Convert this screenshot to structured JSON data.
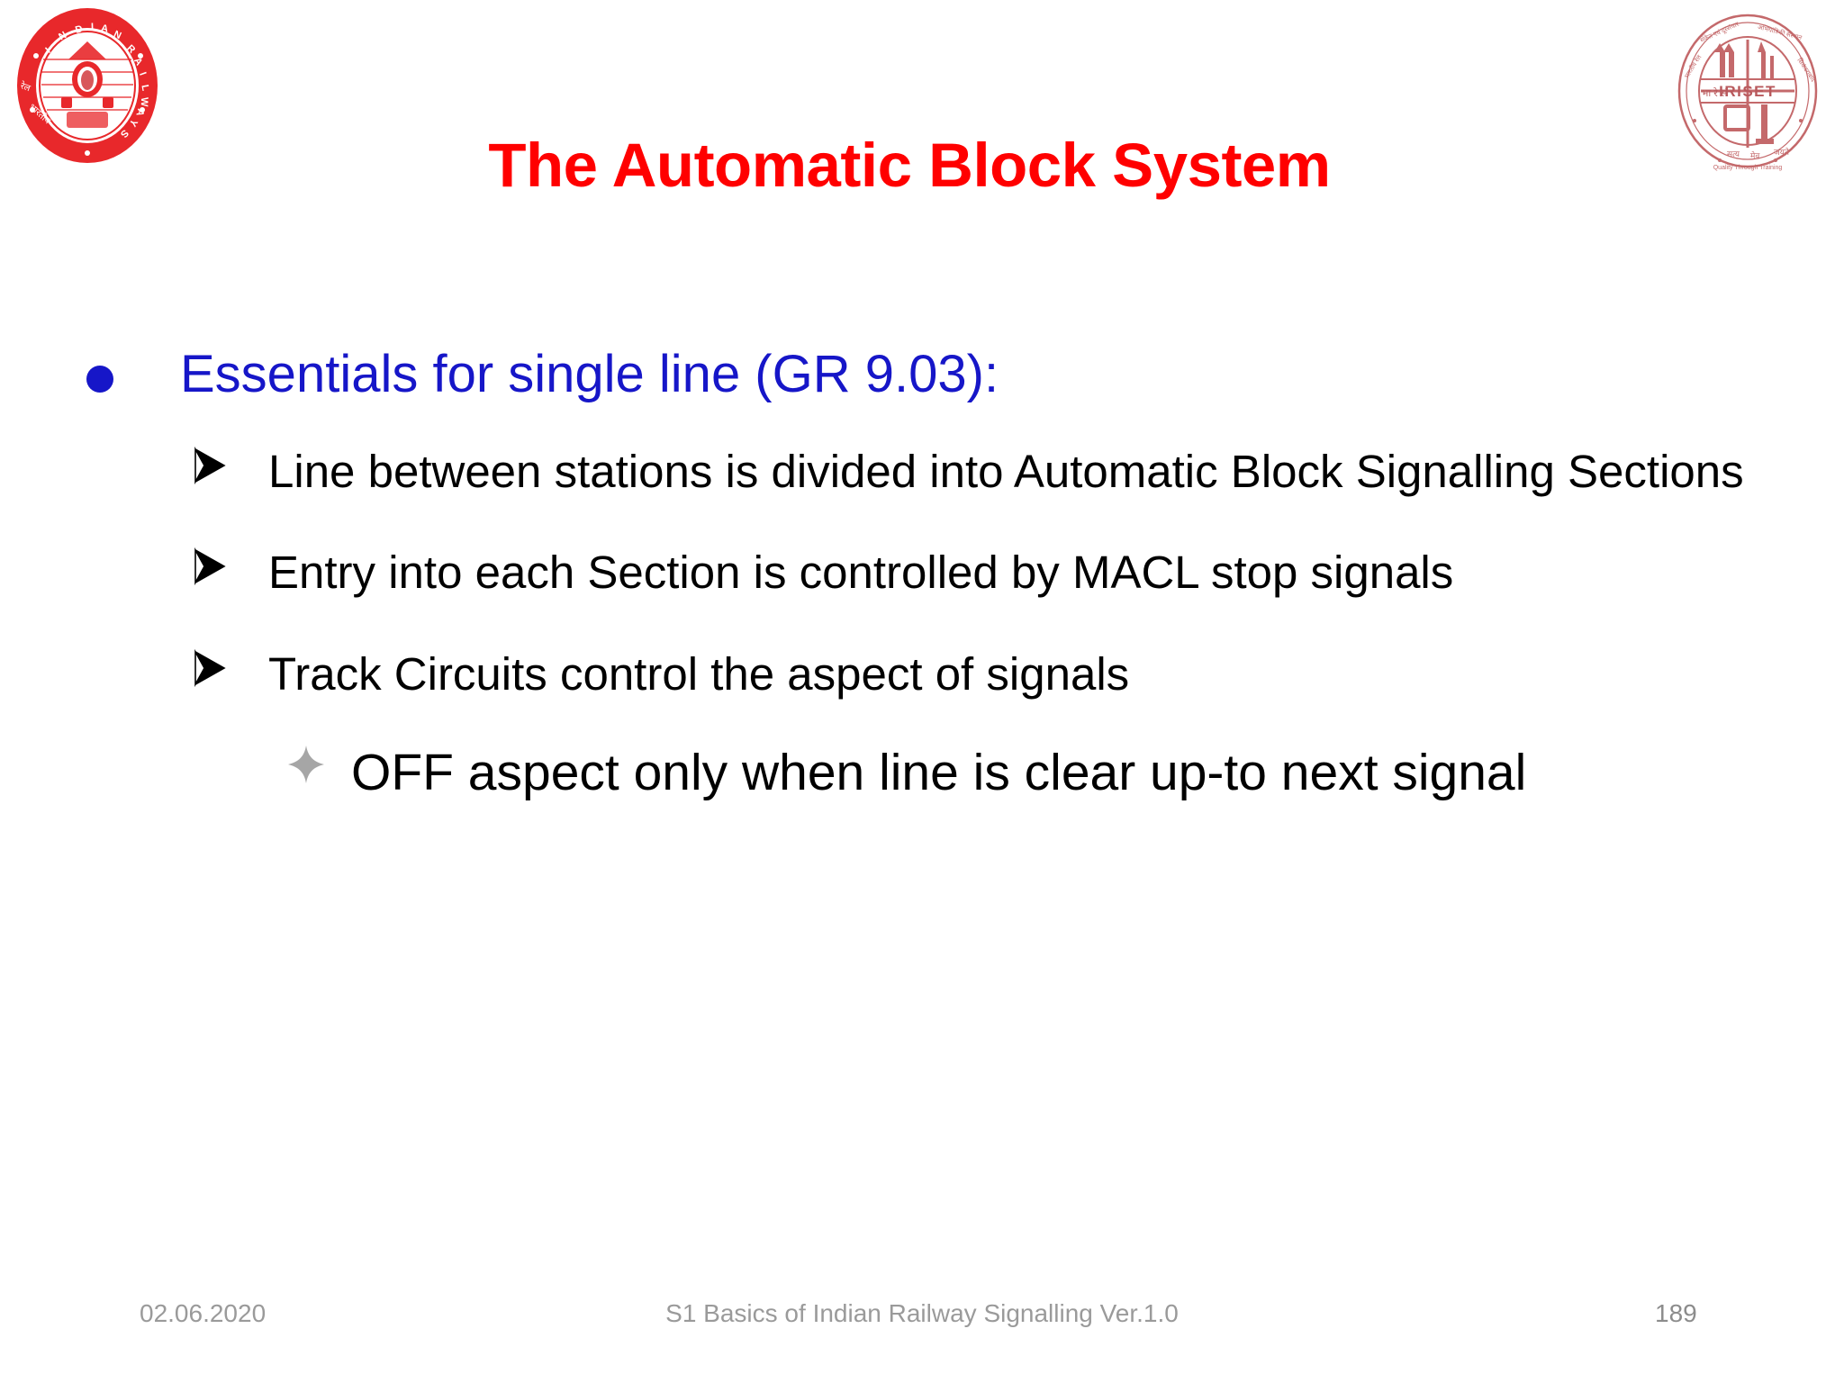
{
  "slide": {
    "title": "The Automatic Block System",
    "title_color": "#FF0000",
    "level1_color": "#1616C8",
    "body_color": "#000000",
    "footer_color": "#9A9A9A"
  },
  "logos": {
    "left": {
      "name": "indian-railways-emblem",
      "text_en": "INDIAN RAILWAYS",
      "text_hi": "भारतीय रेल",
      "color": "#E8282B"
    },
    "right": {
      "name": "iriset-emblem",
      "text_en": "IRISET",
      "text_hi": "भारतीय रेल",
      "color": "#C4696B"
    }
  },
  "content": {
    "bullet1": {
      "marker": "filled-circle",
      "text": "Essentials for single line (GR 9.03):"
    },
    "sub_bullets": [
      {
        "marker": "arrowhead",
        "text": "Line between stations is divided into Automatic Block Signalling Sections"
      },
      {
        "marker": "arrowhead",
        "text": "Entry into each Section is controlled by MACL stop signals"
      },
      {
        "marker": "arrowhead",
        "text": "Track Circuits control the aspect of signals"
      }
    ],
    "sub_sub_bullets": [
      {
        "marker": "four-point-star",
        "text": "OFF aspect only when line is clear up-to next signal"
      }
    ]
  },
  "footer": {
    "date": "02.06.2020",
    "center": "S1 Basics of Indian Railway Signalling  Ver.1.0",
    "page": "189"
  }
}
